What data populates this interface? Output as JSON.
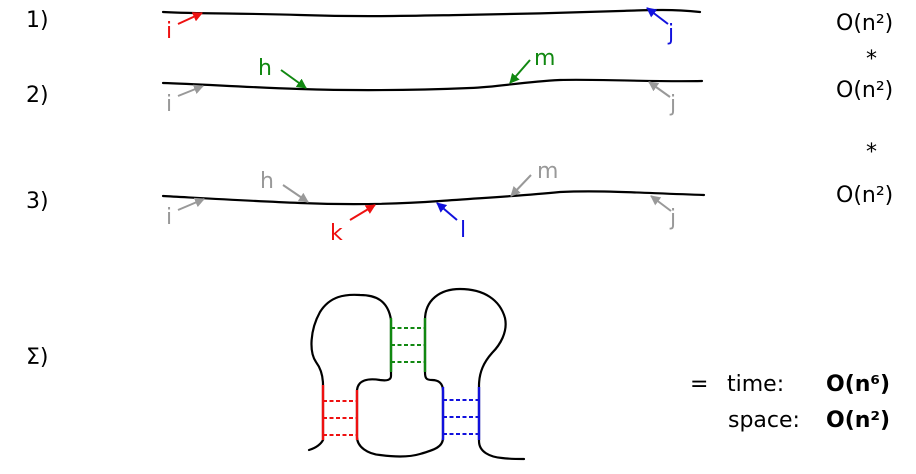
{
  "colors": {
    "red": "#ee1111",
    "green": "#118811",
    "blue": "#1111dd",
    "gray": "#999999",
    "black": "#000000"
  },
  "steps": [
    {
      "label": "1)",
      "complexity": "O(n²)"
    },
    {
      "label": "2)",
      "complexity": "O(n²)"
    },
    {
      "label": "3)",
      "complexity": "O(n²)"
    }
  ],
  "operators": [
    "*",
    "*"
  ],
  "sum": {
    "label": "Σ)"
  },
  "markers": {
    "row1": {
      "i": "i",
      "j": "j"
    },
    "row2": {
      "i": "i",
      "h": "h",
      "m": "m",
      "j": "j"
    },
    "row3": {
      "i": "i",
      "h": "h",
      "k": "k",
      "l": "l",
      "m": "m",
      "j": "j"
    }
  },
  "result": {
    "equals": "=",
    "time_label": "time:",
    "time_value": "O(n⁶)",
    "space_label": "space:",
    "space_value": "O(n²)"
  }
}
